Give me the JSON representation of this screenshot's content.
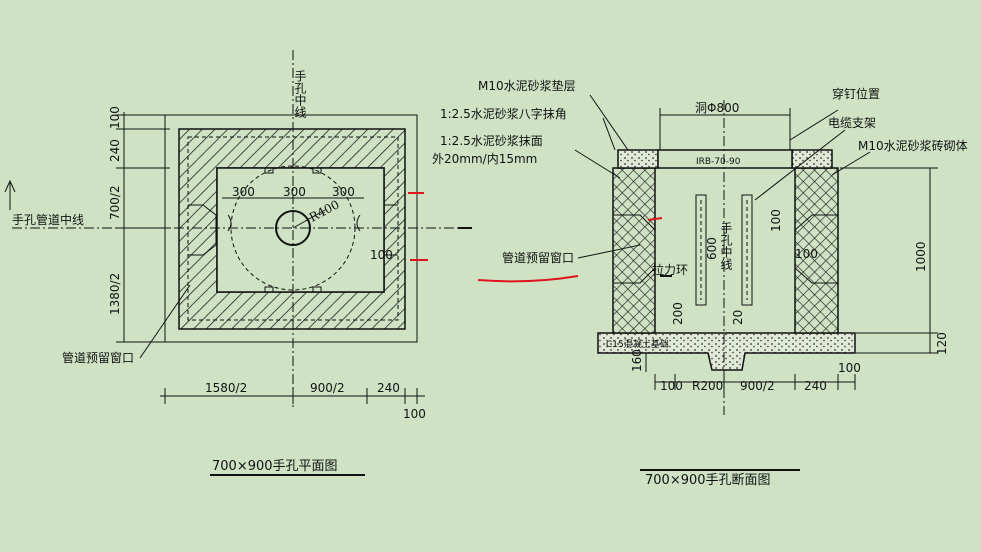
{
  "plan": {
    "caption": "700×900手孔平面图",
    "center_v": "手孔中线",
    "center_h": "手孔管道中线",
    "window_label": "管道预留窗口",
    "dim_top": [
      "300",
      "300",
      "300"
    ],
    "radius": "R400",
    "dim_100": "100",
    "dims_left": [
      "100",
      "240",
      "700/2",
      "1380/2"
    ],
    "dims_bottom": [
      "1580/2",
      "900/2",
      "240",
      "100"
    ]
  },
  "section": {
    "caption": "700×900手孔断面图",
    "label_m10_pad": "M10水泥砂浆垫层",
    "label_bevel": "1:2.5水泥砂浆八字抹角",
    "label_plaster": "1:2.5水泥砂浆抹面",
    "label_plaster_2": "外20mm/内15mm",
    "hole": "洞Φ800",
    "label_nail": "穿钉位置",
    "label_bracket": "电缆支架",
    "label_masonry": "M10水泥砂浆砖砌体",
    "cover": "IRB-70-90",
    "center_v": "手孔中线",
    "window_label": "管道预留窗口",
    "label_ring": "拉力环",
    "label_base": "C15混凝土基础",
    "dim_600": "600",
    "dim_100a": "100",
    "dim_100b": "100",
    "dim_200": "200",
    "dim_20": "20",
    "dim_1000": "1000",
    "dim_120": "120",
    "dim_160": "160",
    "dims_bottom": [
      "100",
      "R200",
      "900/2",
      "240",
      "100"
    ]
  }
}
